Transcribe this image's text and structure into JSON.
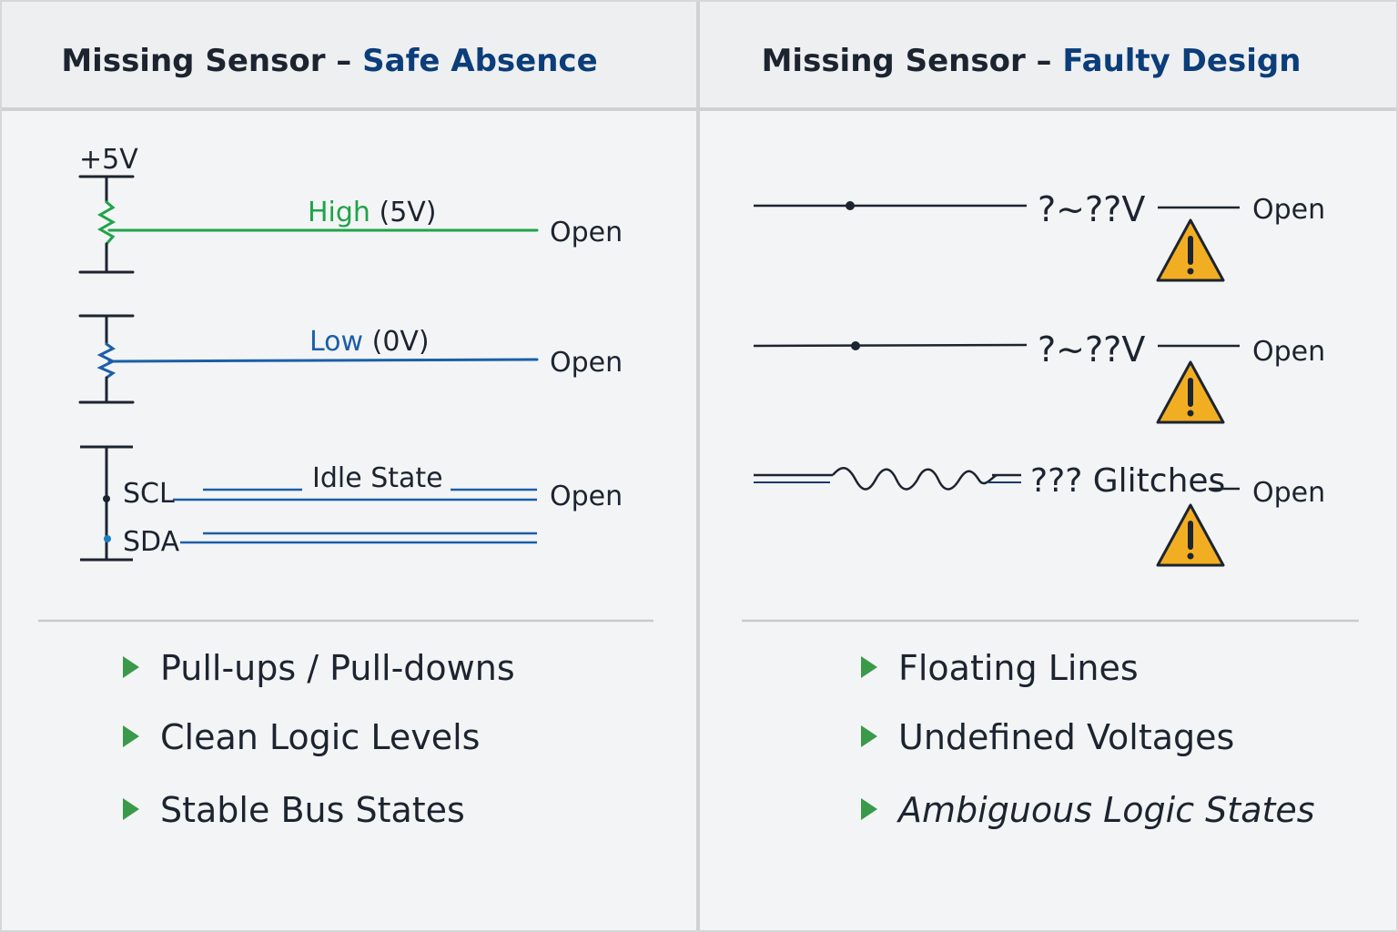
{
  "colors": {
    "green": "#1fa34a",
    "blue": "#1a5fa8",
    "title_accent": "#0b3d7a",
    "warning": "#f2ae22",
    "text": "#1c2430"
  },
  "left": {
    "title_main": "Missing Sensor – ",
    "title_accent": "Safe Absence",
    "supply": "+5V",
    "high_word": "High",
    "high_value": " (5V)",
    "low_word": "Low",
    "low_value": " (0V)",
    "idle": "Idle State",
    "scl": "SCL",
    "sda": "SDA",
    "open": "Open",
    "bullets": [
      "Pull-ups / Pull-downs",
      "Clean Logic Levels",
      "Stable Bus States"
    ]
  },
  "right": {
    "title_main": "Missing Sensor – ",
    "title_accent": "Faulty Design",
    "unknown_voltage": "?~??V",
    "glitches": "??? Glitches",
    "open": "Open",
    "warning_icon": "warning-triangle",
    "bullets": [
      "Floating Lines",
      "Undefined Voltages",
      "Ambiguous Logic States"
    ]
  }
}
